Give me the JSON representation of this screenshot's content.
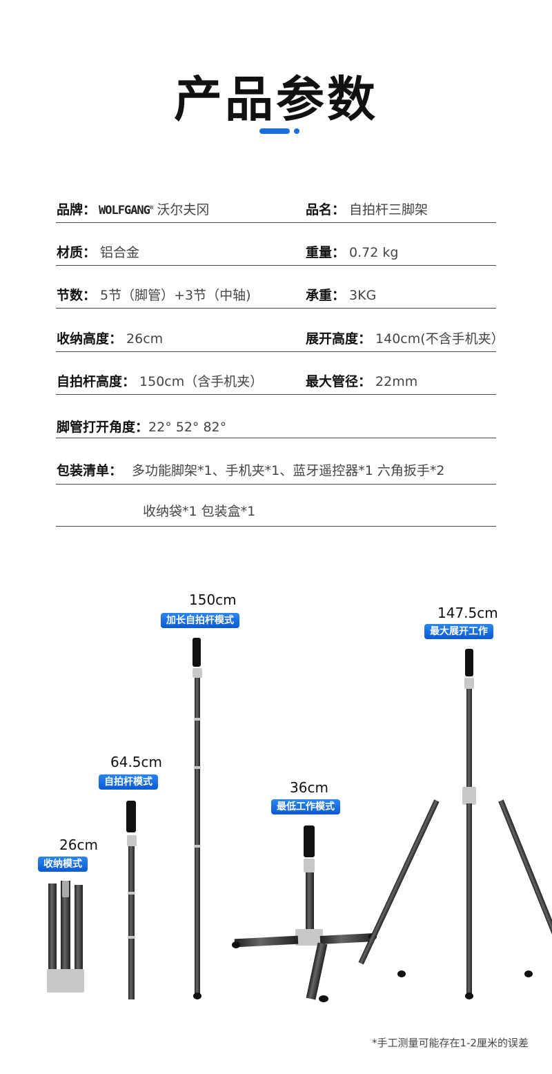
{
  "header": {
    "title": "产品参数"
  },
  "specs": {
    "brand_label": "品牌：",
    "brand_logo": "WOLFGANG",
    "brand_value": "沃尔夫冈",
    "name_label": "品名：",
    "name_value": "自拍杆三脚架",
    "material_label": "材质：",
    "material_value": "铝合金",
    "weight_label": "重量：",
    "weight_value": "0.72 kg",
    "sections_label": "节数：",
    "sections_value": "5节（脚管）+3节（中轴)",
    "load_label": "承重：",
    "load_value": "3KG",
    "folded_label": "收纳高度：",
    "folded_value": "26cm",
    "expanded_label": "展开高度：",
    "expanded_value": "140cm(不含手机夹）",
    "selfie_label": "自拍杆高度：",
    "selfie_value": "150cm（含手机夹）",
    "tube_label": "最大管径：",
    "tube_value": "22mm",
    "angle_label": "脚管打开角度：",
    "angle_value": "22°  52°  82°",
    "package_label": "包装清单：",
    "package_line1": "多功能脚架*1、手机夹*1、蓝牙遥控器*1 六角扳手*2",
    "package_line2": "收纳袋*1  包装盒*1"
  },
  "modes": {
    "folded": {
      "height": "26cm",
      "badge": "收纳模式"
    },
    "selfie": {
      "height": "64.5cm",
      "badge": "自拍杆模式"
    },
    "extended_selfie": {
      "height": "150cm",
      "badge": "加长自拍杆模式"
    },
    "lowest": {
      "height": "36cm",
      "badge": "最低工作模式"
    },
    "max": {
      "height": "147.5cm",
      "badge": "最大展开工作"
    }
  },
  "footnote": "*手工测量可能存在1-2厘米的误差"
}
